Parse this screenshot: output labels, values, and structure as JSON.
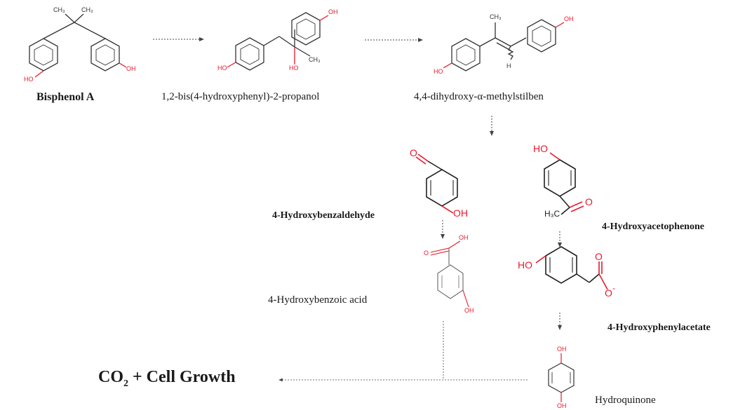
{
  "compounds": {
    "bpa": "Bisphenol A",
    "propanol": "1,2-bis(4-hydroxyphenyl)-2-propanol",
    "stilbene": "4,4-dihydroxy-α-methylstilben",
    "hbald": "4-Hydroxybenzaldehyde",
    "hacet": "4-Hydroxyacetophenone",
    "hbacid": "4-Hydroxybenzoic acid",
    "hpa": "4-Hydroxyphenylacetate",
    "hq": "Hydroquinone"
  },
  "product": {
    "co": "CO",
    "sub": "2",
    "rest": " + Cell Growth"
  },
  "atoms": {
    "oh": "OH",
    "ho": "HO",
    "h3c": "H₃C",
    "ch3": "CH₃",
    "ch3_small": "CH",
    "sub3": "3",
    "h": "H",
    "o": "O",
    "neg": "-"
  },
  "colors": {
    "oxygen": "#e8192c",
    "bond": "#333333",
    "arrow": "#555555"
  }
}
